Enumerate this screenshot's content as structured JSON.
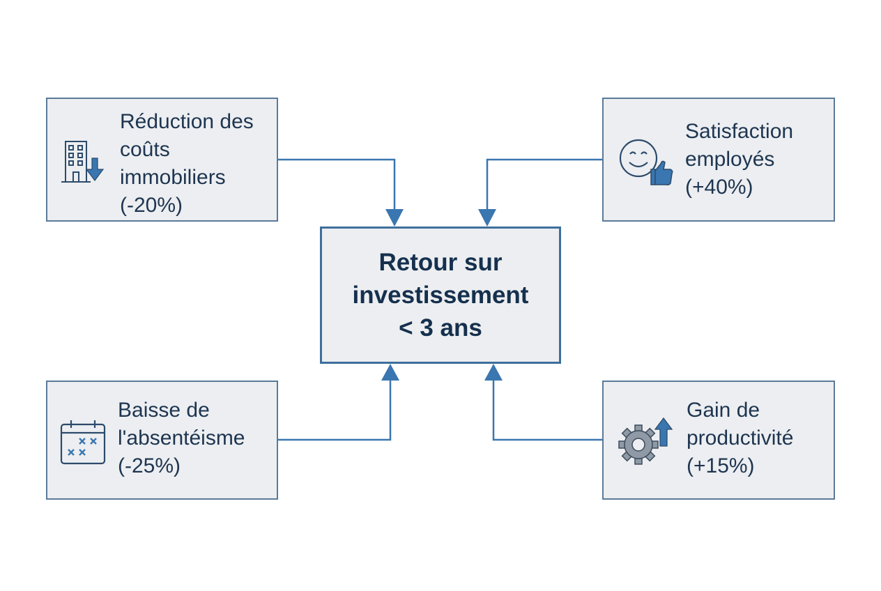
{
  "center": {
    "lines": [
      "Retour sur",
      "investissement",
      "< 3 ans"
    ]
  },
  "boxes": {
    "top_left": {
      "icon": "building-down-arrow-icon",
      "lines": [
        "Réduction des",
        "coûts",
        "immobiliers",
        "(-20%)"
      ]
    },
    "top_right": {
      "icon": "smiley-thumbs-up-icon",
      "lines": [
        "Satisfaction",
        "employés",
        "(+40%)"
      ]
    },
    "bottom_left": {
      "icon": "calendar-x-icon",
      "lines": [
        "Baisse de",
        "l'absentéisme",
        "(-25%)"
      ]
    },
    "bottom_right": {
      "icon": "gear-up-arrow-icon",
      "lines": [
        "Gain de",
        "productivité",
        "(+15%)"
      ]
    }
  },
  "colors": {
    "box_fill": "#eceef1",
    "box_border": "#5b7a98",
    "connector": "#3a76b0",
    "text": "#1e3550"
  }
}
